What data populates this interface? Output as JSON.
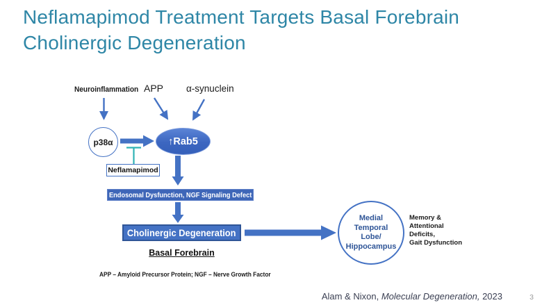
{
  "slide": {
    "title": "Neflamapimod Treatment Targets Basal Forebrain Cholinergic Degeneration",
    "page_number": "3",
    "citation": {
      "authors": "Alam & Nixon, ",
      "journal_italic": "Molecular Degeneration,",
      "year": " 2023"
    }
  },
  "diagram": {
    "inputs": {
      "neuroinflammation": "Neuroinflammation",
      "app": "APP",
      "alpha_synuclein": "α-synuclein"
    },
    "nodes": {
      "p38": "p38α",
      "rab5": "↑Rab5",
      "inhibitor": "Neflamapimod",
      "endosomal": "Endosomal Dysfunction, NGF Signaling Defect",
      "cholinergic": "Cholinergic Degeneration",
      "region": "Basal Forebrain",
      "mtl": "Medial\nTemporal\nLobe/\nHippocampus",
      "outcomes": "Memory &\nAttentional\nDeficits,\nGait Dysfunction"
    },
    "footnote": "APP – Amyloid Precursor Protein; NGF – Nerve Growth Factor"
  },
  "colors": {
    "title_teal": "#2E86A6",
    "accent_blue": "#4472C4",
    "dark_blue_border": "#2F5597",
    "bar_blue": "#3E66B8",
    "inhibition_teal": "#2FB3B5",
    "citation_navy": "#3A3F52",
    "page_gray": "#9A9A9A"
  }
}
